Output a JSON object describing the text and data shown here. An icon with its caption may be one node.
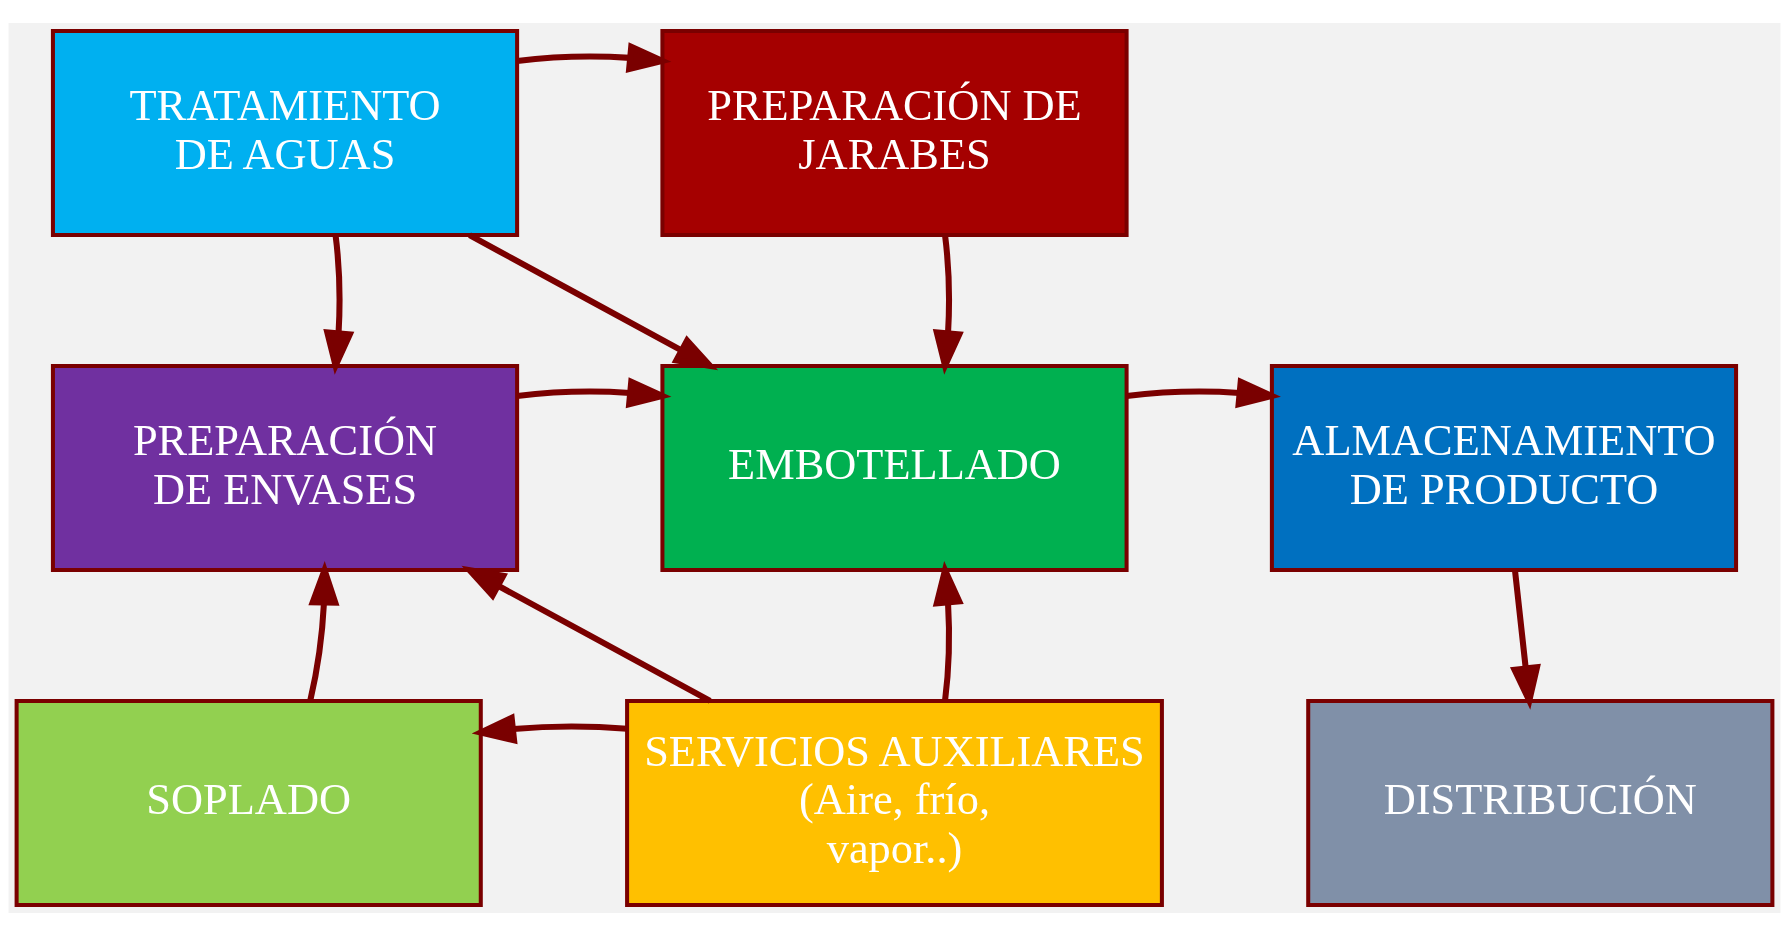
{
  "diagram": {
    "nodes": [
      {
        "text": [
          "TRATAMIENTO DE AGUAS"
        ]
      },
      {
        "text": [
          "PREPARACIÓN DE JARABES"
        ]
      },
      {
        "text": [
          "PREPARACIÓN DE ENVASES"
        ]
      },
      {
        "text": [
          "EMBOTELLADO"
        ]
      },
      {
        "text": [
          "ALMACENAMIENTO DE PRODUCTO"
        ]
      },
      {
        "text": [
          "SOPLADO"
        ]
      },
      {
        "text": [
          "SERVICIOS AUXILIARES (Aire, frío, vapor..)"
        ]
      },
      {
        "text": [
          "DISTRIBUCIÓN"
        ]
      }
    ],
    "edges": [
      {
        "from": 0,
        "to": 1,
        "arrow": "to"
      },
      {
        "from": 0,
        "to": 2,
        "arrow": "to"
      },
      {
        "from": 0,
        "to": 3,
        "arrow": "to"
      },
      {
        "from": 1,
        "to": 3,
        "arrow": "to"
      },
      {
        "from": 2,
        "to": 3,
        "arrow": "to"
      },
      {
        "from": 3,
        "to": 4,
        "arrow": "to"
      },
      {
        "from": 5,
        "to": 2,
        "arrow": "to"
      },
      {
        "from": 6,
        "to": 2,
        "arrow": "to"
      },
      {
        "from": 6,
        "to": 3,
        "arrow": "to"
      },
      {
        "from": 6,
        "to": 5,
        "arrow": "to"
      },
      {
        "from": 4,
        "to": 7,
        "arrow": "to"
      }
    ]
  }
}
